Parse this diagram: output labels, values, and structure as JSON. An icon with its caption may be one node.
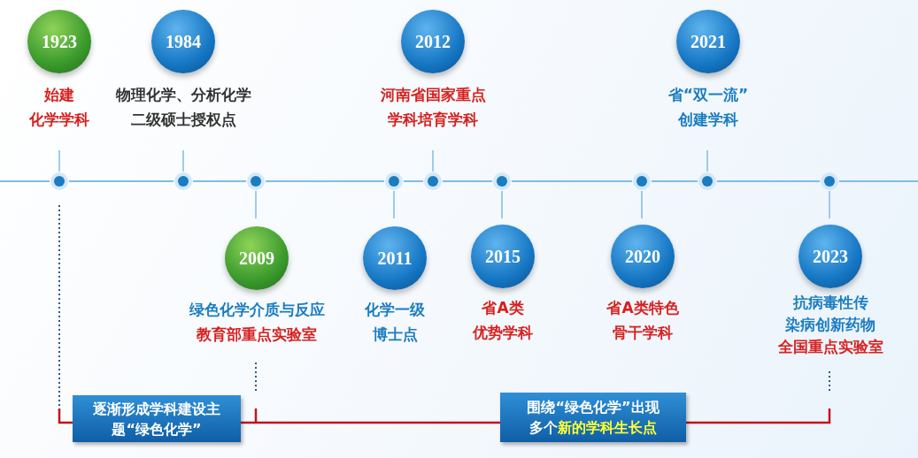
{
  "diagram": {
    "nodes": [
      {
        "text": [
          "1923"
        ],
        "beside": [
          "始建",
          "化学学科"
        ]
      },
      {
        "text": [
          "1984"
        ],
        "beside": [
          "物理化学、分析化学",
          "二级硕士授权点"
        ]
      },
      {
        "text": [
          "2009"
        ],
        "beside": [
          "绿色化学介质与反应",
          "教育部重点实验室"
        ]
      },
      {
        "text": [
          "2011"
        ],
        "beside": [
          "化学一级",
          "博士点"
        ]
      },
      {
        "text": [
          "2012"
        ],
        "beside": [
          "河南省国家重点",
          "学科培育学科"
        ]
      },
      {
        "text": [
          "2015"
        ],
        "beside": [
          "省A类",
          "优势学科"
        ]
      },
      {
        "text": [
          "2020"
        ],
        "beside": [
          "省A类特色",
          "骨干学科"
        ]
      },
      {
        "text": [
          "2021"
        ],
        "beside": [
          "省“双一流”",
          "创建学科"
        ]
      },
      {
        "text": [
          "2023"
        ],
        "beside": [
          "抗病毒性传",
          "染病创新药物",
          "全国重点实验室"
        ]
      },
      {
        "text": [
          "逐渐形成学科建设主题“绿色化学”"
        ]
      },
      {
        "text": [
          "围绕“绿色化学”出现多个",
          "新的学科生长点"
        ]
      }
    ]
  }
}
